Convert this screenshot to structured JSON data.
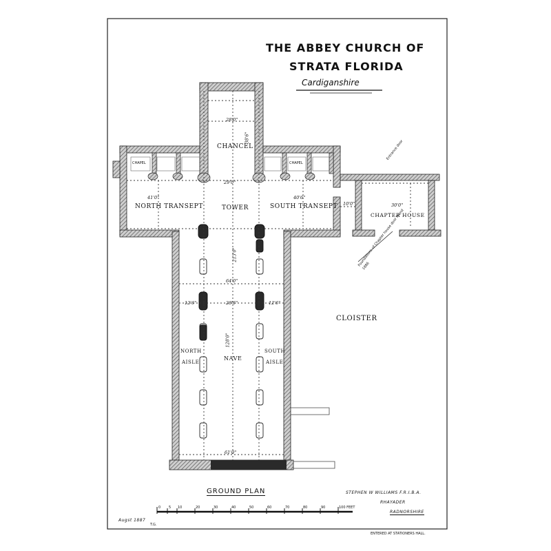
{
  "title": {
    "line1": "The Abbey Church of",
    "line2": "Strata Florida",
    "county": "Cardiganshire"
  },
  "rooms": {
    "chancel": "Chancel",
    "north_transept": "North Transept",
    "tower": "Tower",
    "south_transept": "South Transept",
    "chapter_house": "Chapter House",
    "cloister": "Cloister",
    "north_aisle_1": "North",
    "north_aisle_2": "Aisle",
    "nave": "Nave",
    "south_aisle_1": "South",
    "south_aisle_2": "Aisle",
    "chapel": "Chapel"
  },
  "measurements": {
    "chancel_width": "28'0\"",
    "chancel_length": "38'6\"",
    "north_transept": "41'0\"",
    "tower": "29'0\"",
    "south_transept": "40'6\"",
    "nave_length_upper": "213'0\"",
    "nave_width_total": "64'0\"",
    "aisle_north": "12'6\"",
    "nave_width": "28'6\"",
    "aisle_south": "12'6\"",
    "nave_length": "128'0\"",
    "west_width": "61'0\"",
    "chapter_house_width": "30'0\"",
    "chapter_house_gap": "10'0\""
  },
  "notes": {
    "entrance": "Entrance door",
    "foundations": "Foundations of Chapter house door found 1886"
  },
  "footer": {
    "ground_plan": "Ground Plan",
    "author": "Stephen W Williams F.R.I.B.A.",
    "place1": "Rhayader",
    "place2": "Radnorshire",
    "date": "Augst 1887",
    "initials": "T.G.",
    "entered": "Entered at Stationers Hall."
  },
  "scale": {
    "ticks": [
      "0",
      "5",
      "10",
      "20",
      "30",
      "40",
      "50",
      "60",
      "70",
      "80",
      "90",
      "100 Feet"
    ]
  }
}
